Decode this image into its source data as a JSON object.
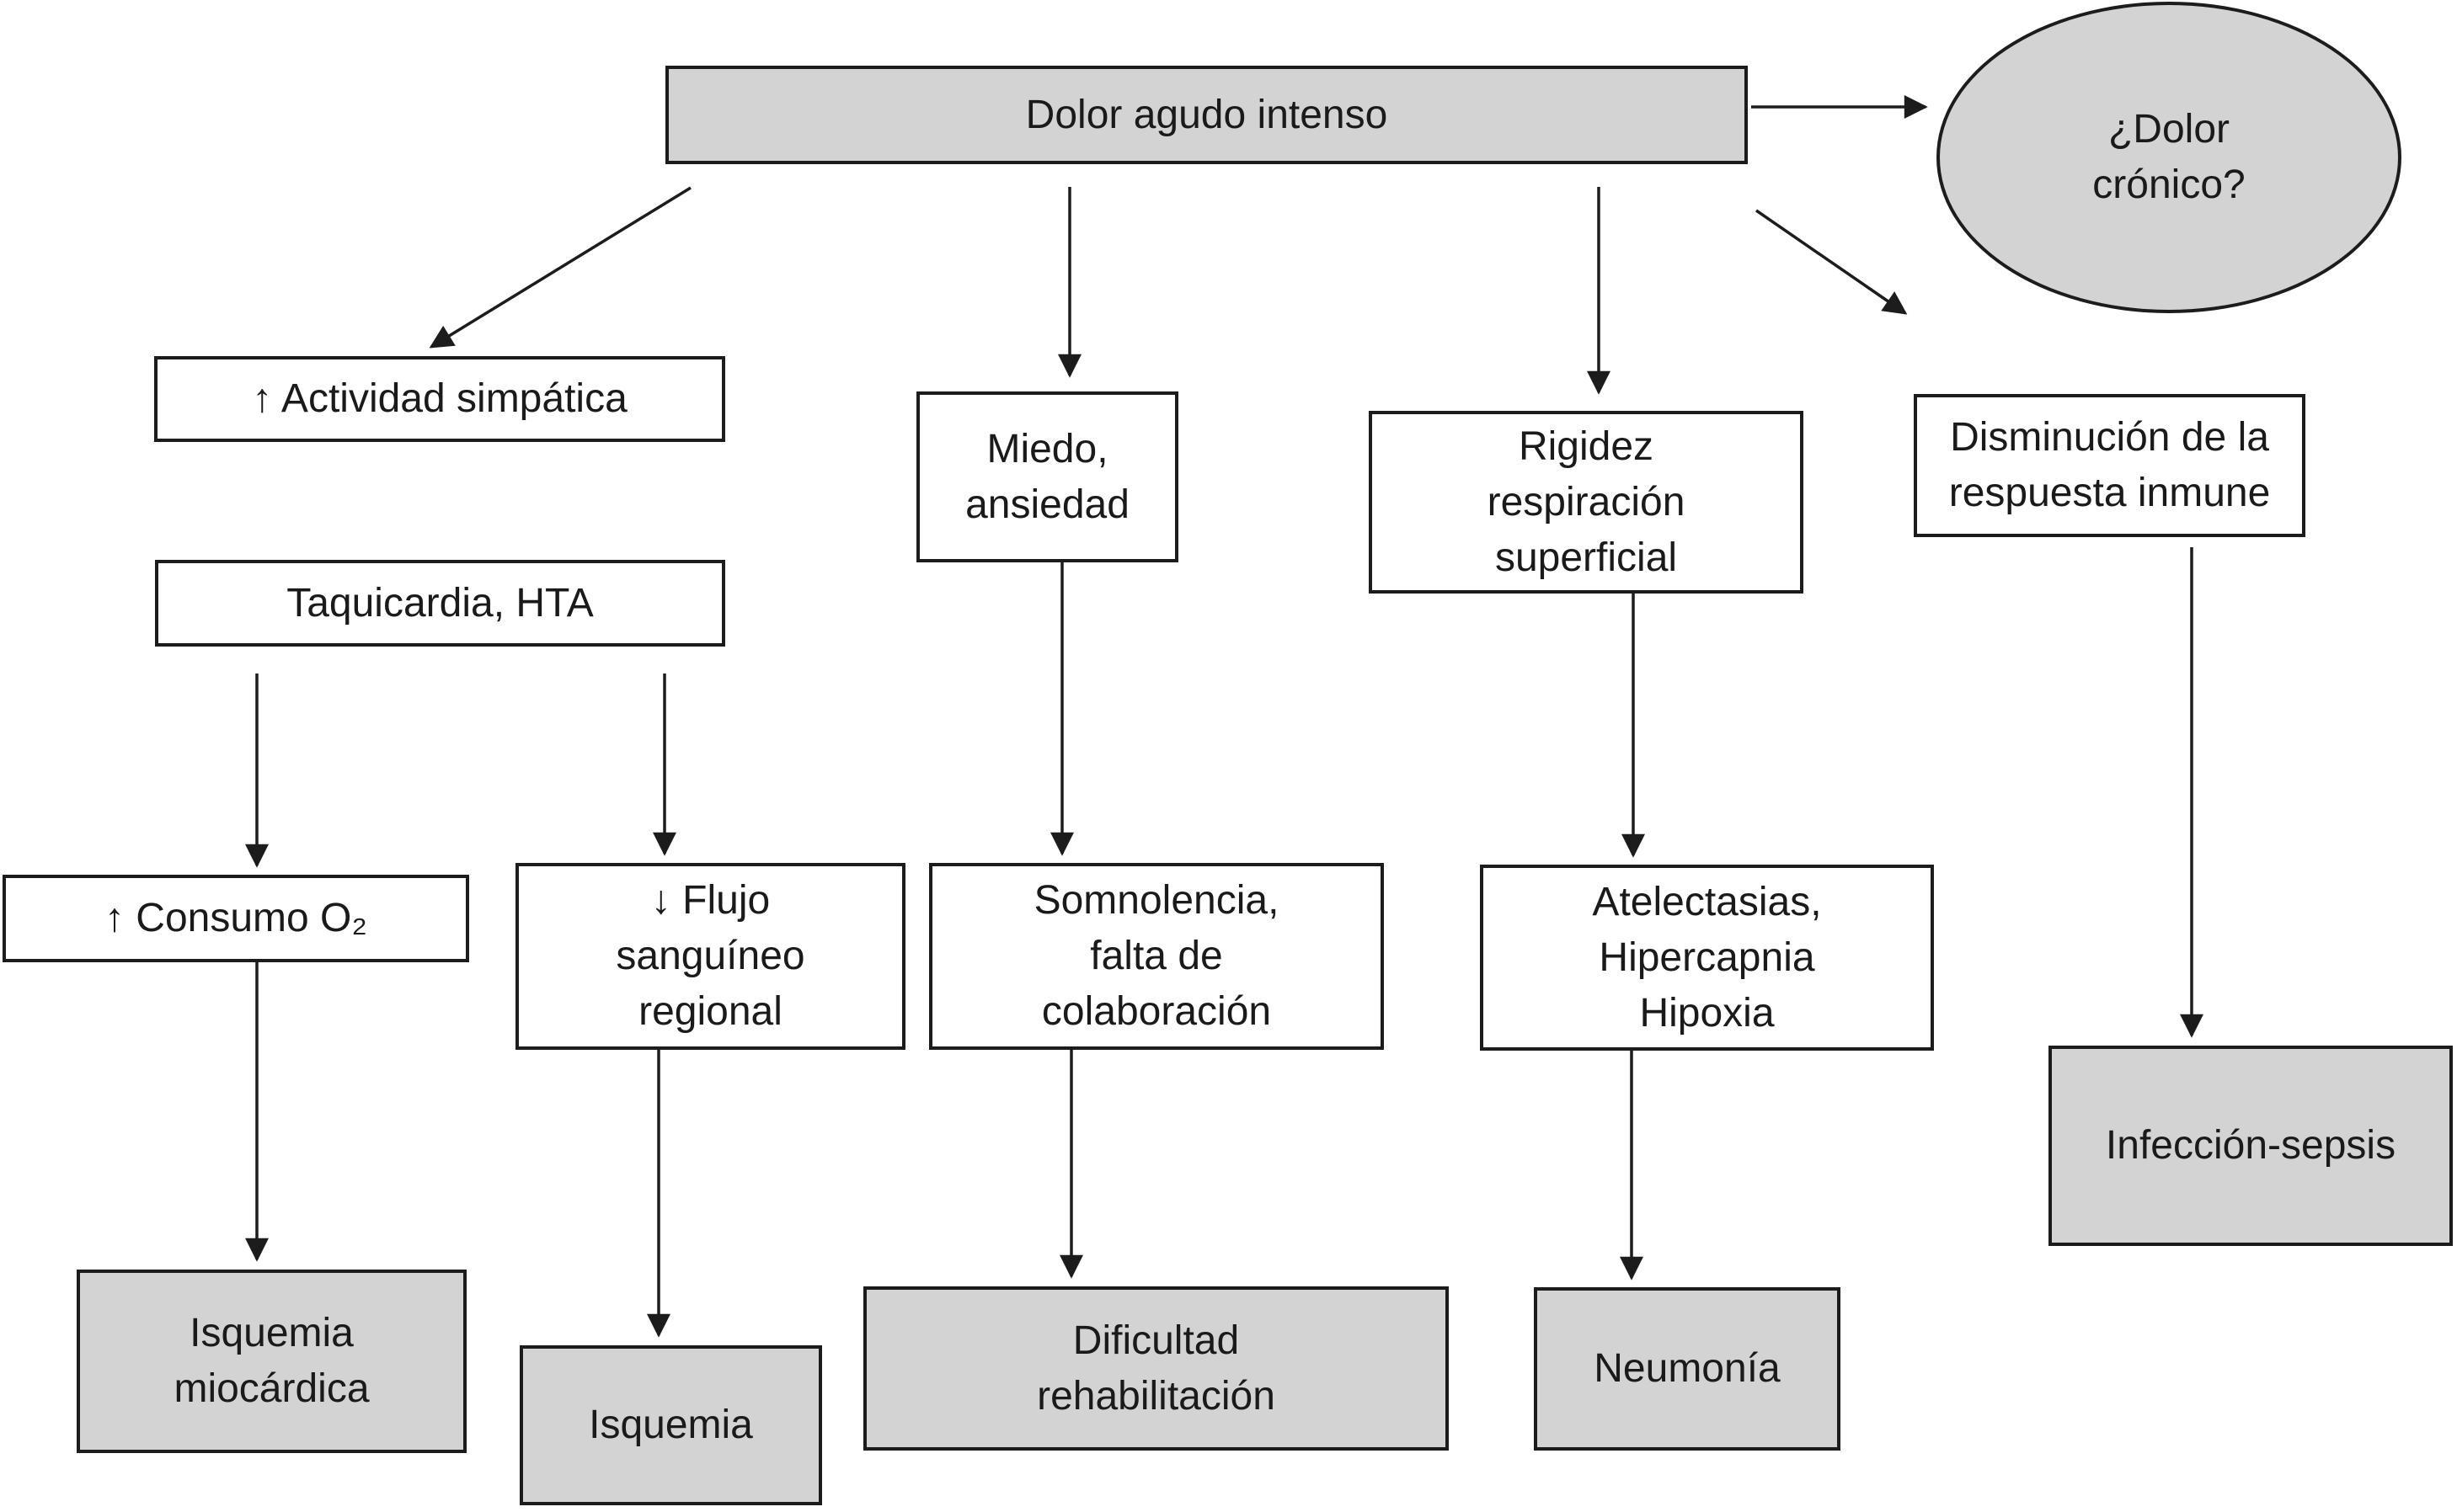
{
  "diagram_type": "flowchart",
  "colors": {
    "background": "#ffffff",
    "node_fill_gray": "#d3d3d3",
    "node_fill_white": "#ffffff",
    "border_and_lines": "#1c1c1c",
    "text": "#1a1a1a"
  },
  "nodes": {
    "dolor_agudo_intenso": {
      "label": "Dolor agudo intenso",
      "shape": "rect",
      "variant": "gray"
    },
    "dolor_cronico": {
      "label": "¿Dolor\ncrónico?",
      "shape": "ellipse",
      "variant": "gray"
    },
    "actividad_simpatica": {
      "label": "↑ Actividad simpática",
      "shape": "rect",
      "variant": "white"
    },
    "miedo_ansiedad": {
      "label": "Miedo,\nansiedad",
      "shape": "rect",
      "variant": "white"
    },
    "rigidez_respiracion": {
      "label": "Rigidez\nrespiración\nsuperficial",
      "shape": "rect",
      "variant": "white"
    },
    "disminucion_inmune": {
      "label": "Disminución de la\nrespuesta inmune",
      "shape": "rect",
      "variant": "white"
    },
    "taquicardia_hta": {
      "label": "Taquicardia, HTA",
      "shape": "rect",
      "variant": "white"
    },
    "consumo_o2": {
      "label": "↑ Consumo O₂",
      "shape": "rect",
      "variant": "white"
    },
    "flujo_sanguineo": {
      "label": "↓ Flujo\nsanguíneo\nregional",
      "shape": "rect",
      "variant": "white"
    },
    "somnolencia": {
      "label": "Somnolencia,\nfalta de\ncolaboración",
      "shape": "rect",
      "variant": "white"
    },
    "atelectasias": {
      "label": "Atelectasias,\nHipercapnia\nHipoxia",
      "shape": "rect",
      "variant": "white"
    },
    "infeccion_sepsis": {
      "label": "Infección-sepsis",
      "shape": "rect",
      "variant": "gray"
    },
    "isquemia_miocardica": {
      "label": "Isquemia\nmiocárdica",
      "shape": "rect",
      "variant": "gray"
    },
    "isquemia": {
      "label": "Isquemia",
      "shape": "rect",
      "variant": "gray"
    },
    "dificultad_rehabilitacion": {
      "label": "Dificultad\nrehabilitación",
      "shape": "rect",
      "variant": "gray"
    },
    "neumonia": {
      "label": "Neumonía",
      "shape": "rect",
      "variant": "gray"
    }
  },
  "edges": [
    {
      "from": "dolor_agudo_intenso",
      "to": "actividad_simpatica"
    },
    {
      "from": "dolor_agudo_intenso",
      "to": "miedo_ansiedad"
    },
    {
      "from": "dolor_agudo_intenso",
      "to": "rigidez_respiracion"
    },
    {
      "from": "dolor_agudo_intenso",
      "to": "disminucion_inmune"
    },
    {
      "from": "dolor_agudo_intenso",
      "to": "dolor_cronico"
    },
    {
      "from": "taquicardia_hta",
      "to": "consumo_o2"
    },
    {
      "from": "taquicardia_hta",
      "to": "flujo_sanguineo"
    },
    {
      "from": "consumo_o2",
      "to": "isquemia_miocardica"
    },
    {
      "from": "flujo_sanguineo",
      "to": "isquemia"
    },
    {
      "from": "miedo_ansiedad",
      "to": "somnolencia"
    },
    {
      "from": "somnolencia",
      "to": "dificultad_rehabilitacion"
    },
    {
      "from": "rigidez_respiracion",
      "to": "atelectasias"
    },
    {
      "from": "atelectasias",
      "to": "neumonia"
    },
    {
      "from": "disminucion_inmune",
      "to": "infeccion_sepsis"
    }
  ]
}
